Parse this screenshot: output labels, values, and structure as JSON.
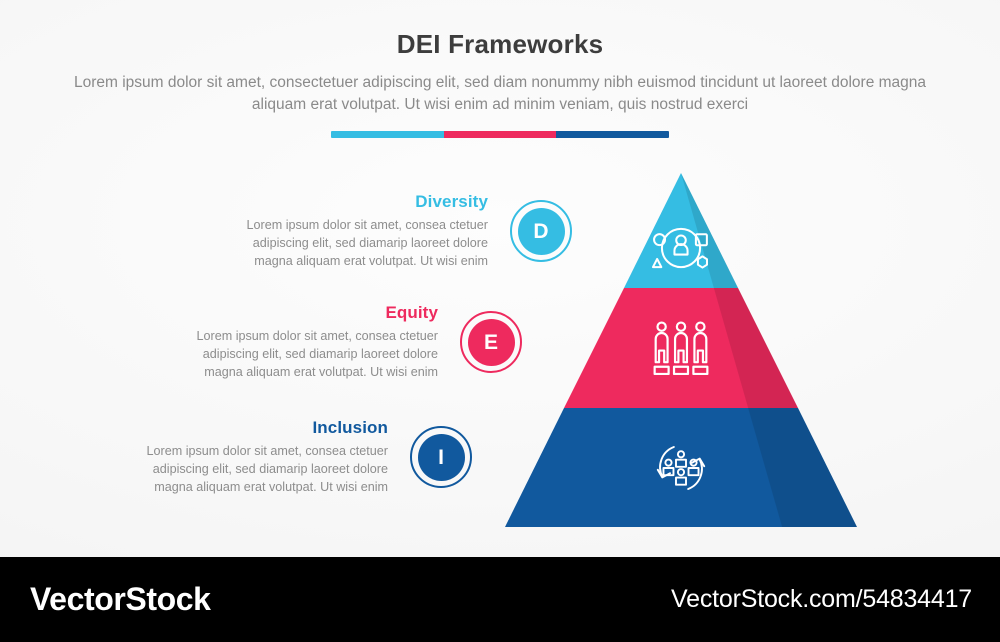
{
  "header": {
    "title": "DEI Frameworks",
    "subtitle": "Lorem ipsum dolor sit amet, consectetuer adipiscing elit, sed diam nonummy nibh euismod tincidunt ut laoreet dolore magna aliquam erat volutpat. Ut wisi enim ad minim veniam, quis nostrud exerci"
  },
  "colors": {
    "diversity": "#35BDE3",
    "equity": "#EE2A5E",
    "inclusion": "#11599E",
    "title": "#3d3d3d",
    "body": "#8d8d8d",
    "background": "#f7f7f7",
    "footer": "#000000"
  },
  "accent_bar": {
    "segments": [
      "#35BDE3",
      "#EE2A5E",
      "#11599E"
    ]
  },
  "tiers": [
    {
      "key": "diversity",
      "letter": "D",
      "heading": "Diversity",
      "body": "Lorem ipsum dolor sit amet, consea ctetuer adipiscing elit, sed diamarip laoreet dolore magna aliquam erat volutpat. Ut wisi enim",
      "color": "#35BDE3",
      "icon": "diversity-shapes-icon"
    },
    {
      "key": "equity",
      "letter": "E",
      "heading": "Equity",
      "body": "Lorem ipsum dolor sit amet, consea ctetuer adipiscing elit, sed diamarip laoreet dolore magna aliquam erat volutpat. Ut wisi enim",
      "color": "#EE2A5E",
      "icon": "three-people-equal-platforms-icon"
    },
    {
      "key": "inclusion",
      "letter": "I",
      "heading": "Inclusion",
      "body": "Lorem ipsum dolor sit amet, consea ctetuer adipiscing elit, sed diamarip laoreet dolore magna aliquam erat volutpat. Ut wisi enim",
      "color": "#11599E",
      "icon": "people-circular-arrows-icon"
    }
  ],
  "footer": {
    "logo": "VectorStock",
    "url": "VectorStock.com/54834417"
  }
}
